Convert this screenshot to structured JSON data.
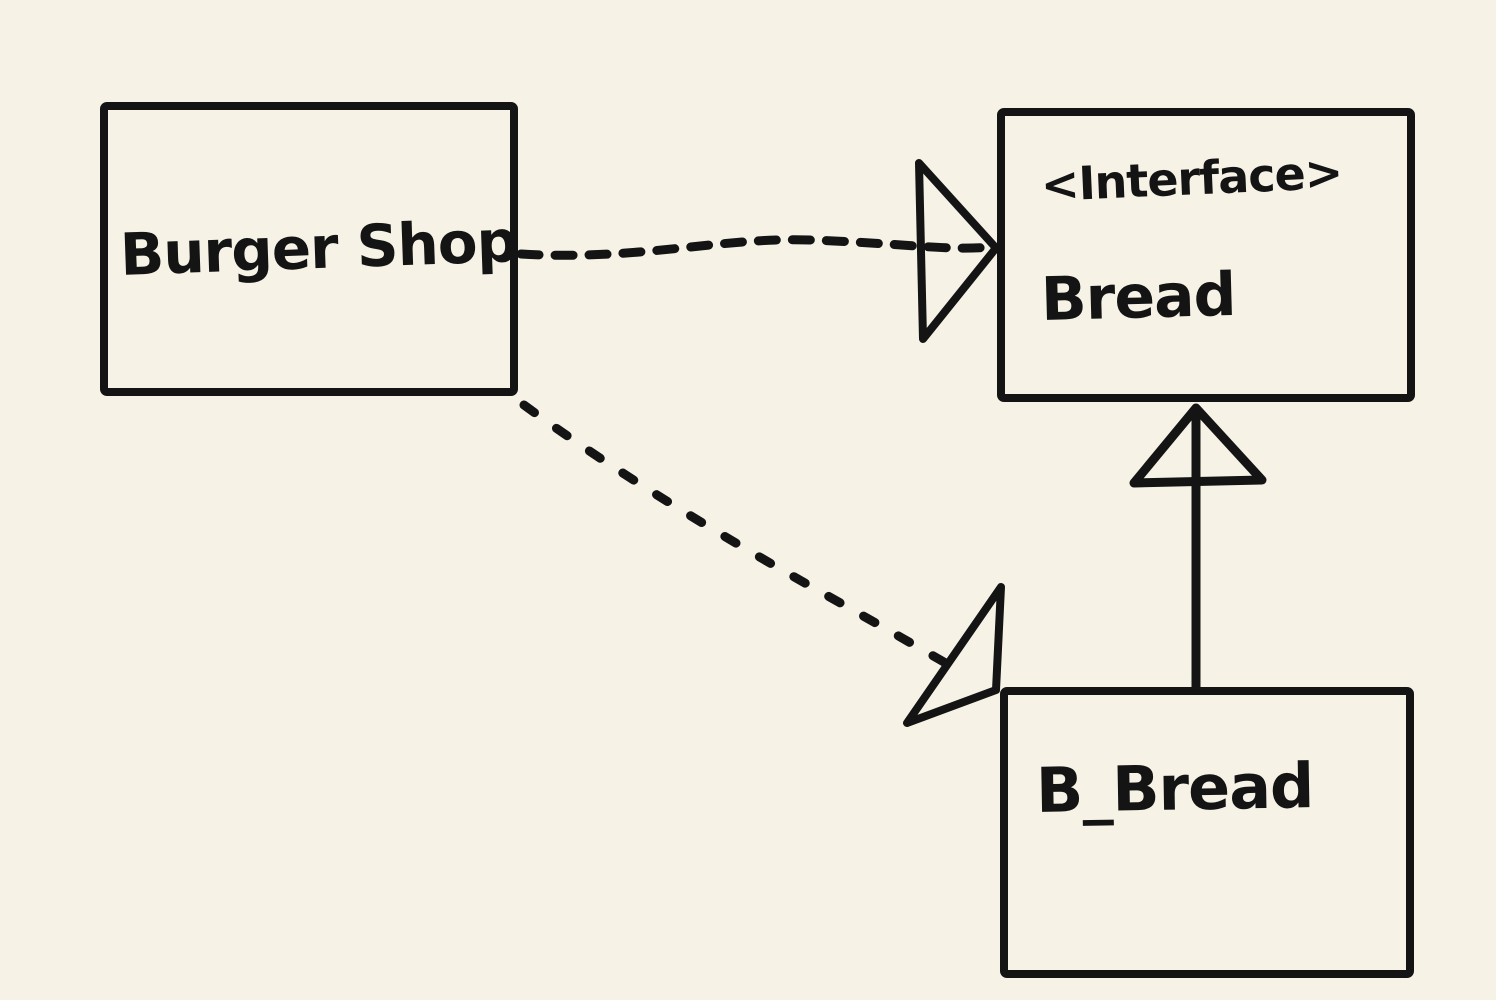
{
  "colors": {
    "background": "#f6f3e6",
    "ink": "#141414"
  },
  "nodes": {
    "burger_shop": {
      "label": "Burger Shop"
    },
    "bread": {
      "stereotype": "<Interface>",
      "label": "Bread"
    },
    "b_bread": {
      "label": "B_Bread"
    }
  },
  "edges": [
    {
      "from": "Burger Shop",
      "to": "Bread",
      "line": "dashed",
      "arrowhead": "open-triangle"
    },
    {
      "from": "Burger Shop",
      "to": "B_Bread",
      "line": "dashed",
      "arrowhead": "open-triangle"
    },
    {
      "from": "B_Bread",
      "to": "Bread",
      "line": "solid",
      "arrowhead": "open-triangle"
    }
  ]
}
